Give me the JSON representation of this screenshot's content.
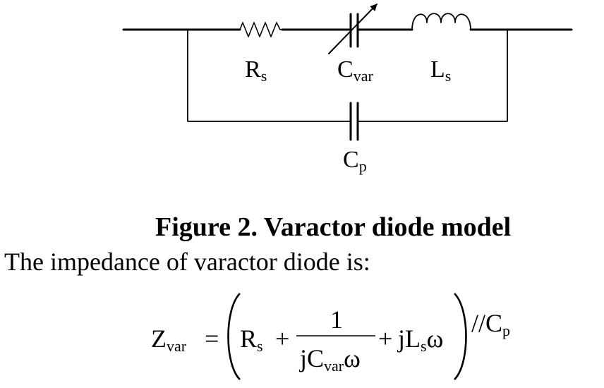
{
  "circuit": {
    "labels": {
      "rs": {
        "main": "R",
        "sub": "s"
      },
      "cvar": {
        "main": "C",
        "sub": "var"
      },
      "ls": {
        "main": "L",
        "sub": "s"
      },
      "cp": {
        "main": "C",
        "sub": "p"
      }
    }
  },
  "caption": "Figure 2. Varactor diode model",
  "body_text": "The impedance of varactor diode is:",
  "equation": {
    "lhs": {
      "main": "Z",
      "sub": "var"
    },
    "equals": "=",
    "term1": {
      "main": "R",
      "sub": "s"
    },
    "plus1": "+",
    "numerator": "1",
    "denominator": {
      "j": "j",
      "main": "C",
      "sub": "var",
      "omega": "ω"
    },
    "plus2": "+",
    "term3": {
      "j": "j",
      "main": "L",
      "sub": "s",
      "omega": "ω"
    },
    "parallel": "//",
    "rhs": {
      "main": "C",
      "sub": "p"
    }
  }
}
